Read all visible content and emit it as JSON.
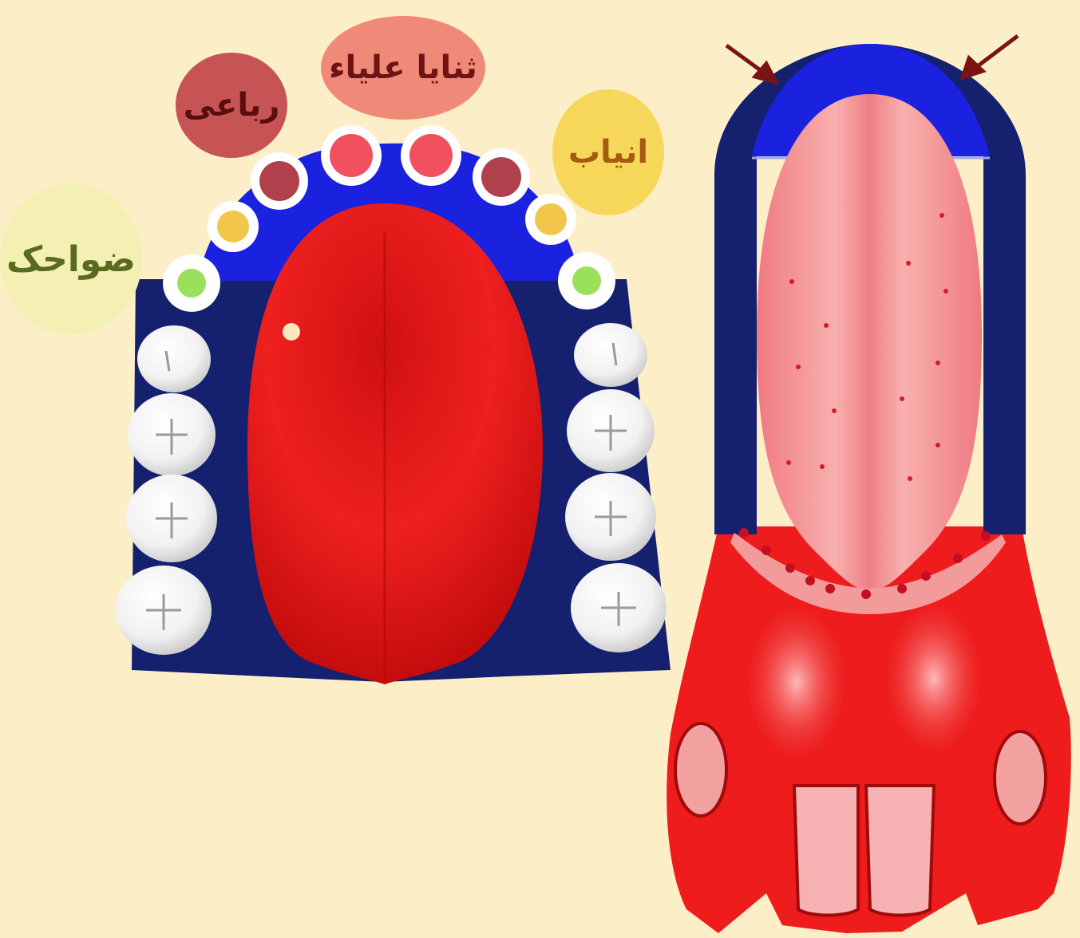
{
  "labels": {
    "central_incisors": "ثنایا علیاء",
    "lateral_incisors": "رباعی",
    "canines": "انیاب",
    "premolars": "ضواحک"
  },
  "colors": {
    "background": "#fcefc8",
    "gum_blue": "#1a22e0",
    "gum_navy": "#15206e",
    "palate_red": "#ee1c1c",
    "tongue_pink": "#f39a9a",
    "central_incisor_color": "#f05060",
    "lateral_incisor_color": "#b0404c",
    "canine_color": "#f2c64a",
    "premolar_color": "#9be05a",
    "arrow_color": "#7a1414"
  }
}
